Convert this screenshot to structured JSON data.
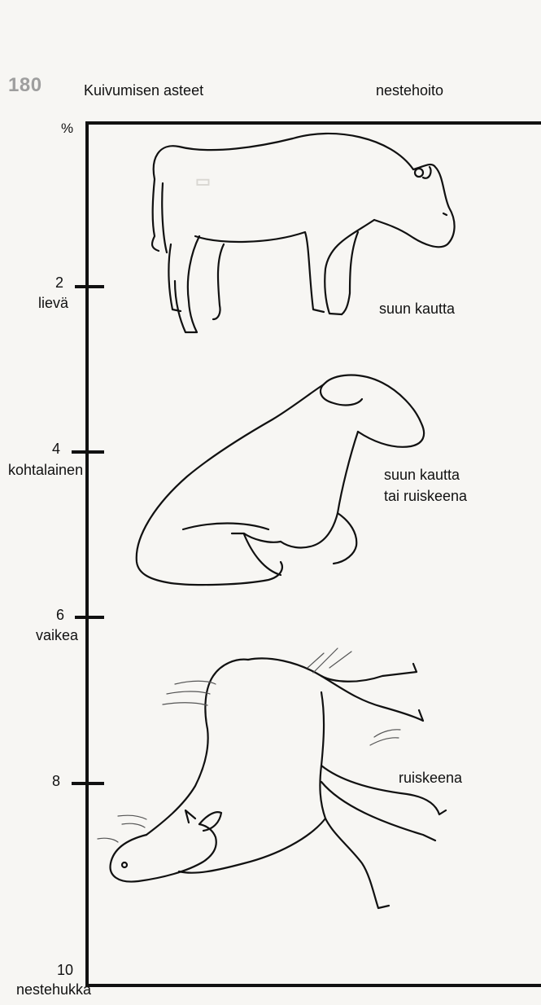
{
  "header": {
    "page_number": "180",
    "title": "Kuivumisen asteet",
    "right_title": "nestehoito"
  },
  "axis": {
    "unit": "%",
    "ticks": [
      {
        "value": "2",
        "label": "lievä"
      },
      {
        "value": "4",
        "label": "kohtalainen"
      },
      {
        "value": "6",
        "label": "vaikea"
      },
      {
        "value": "8",
        "label": ""
      },
      {
        "value": "10",
        "label": "nestehukka"
      }
    ]
  },
  "treatments": [
    {
      "line1": "suun kautta",
      "line2": ""
    },
    {
      "line1": "suun kautta",
      "line2": "tai ruiskeena"
    },
    {
      "line1": "ruiskeena",
      "line2": ""
    }
  ]
}
